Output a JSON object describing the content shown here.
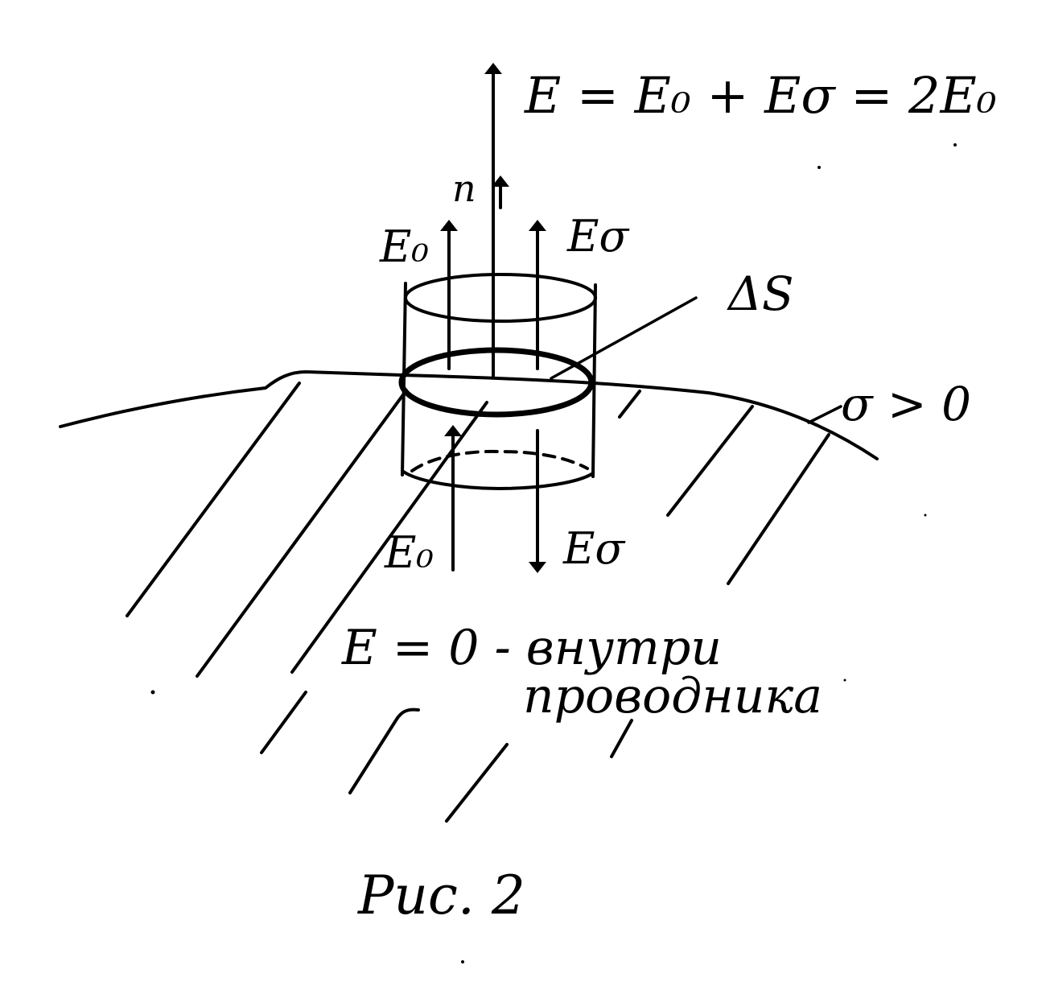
{
  "diagram": {
    "formula_total_field": "E = E₀ + Eσ = 2E₀",
    "normal_vector": "n",
    "field_external_above": "E₀",
    "field_sigma_above": "Eσ",
    "area_element": "ΔS",
    "charge_condition": "σ > 0",
    "field_external_below": "E₀",
    "field_sigma_below": "Eσ",
    "inside_line1": "E = 0 - внутри",
    "inside_line2": "проводника",
    "caption": "Рис. 2"
  }
}
